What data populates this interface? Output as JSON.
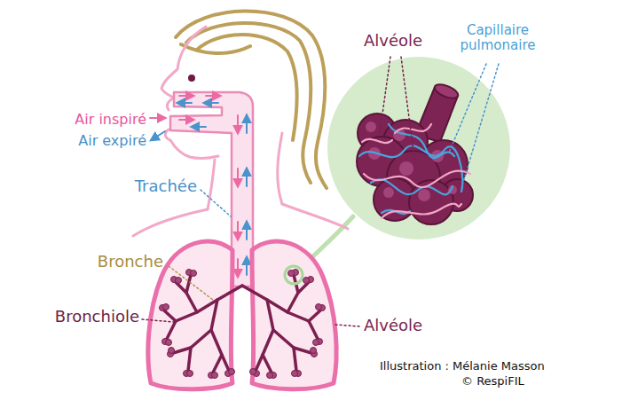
{
  "diagram": {
    "labels": [
      "Alvéole",
      "Capillaire pulmonaire",
      "Air inspiré",
      "Air expiré",
      "Trachée",
      "Bronche",
      "Bronchiole",
      "Alvéole",
      "Illustration : Mélanie Masson",
      "© RespiFIL"
    ]
  }
}
